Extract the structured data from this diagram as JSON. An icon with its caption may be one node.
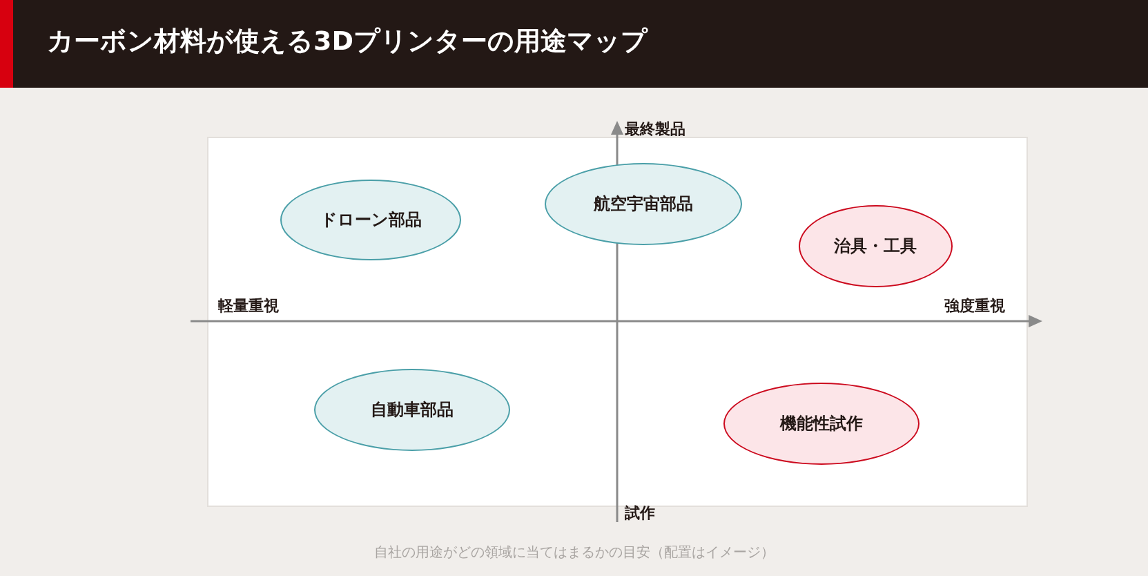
{
  "diagram": {
    "title": "カーボン材料が使える3Dプリンターの用途マップ",
    "caption": "自社の用途がどの領域に当てはまるかの目安（配置はイメージ）",
    "nodes": [
      {
        "text": [
          "ドローン部品"
        ]
      },
      {
        "text": [
          "航空宇宙部品"
        ]
      },
      {
        "text": [
          "治具・工具"
        ]
      },
      {
        "text": [
          "自動車部品"
        ]
      },
      {
        "text": [
          "機能性試作"
        ]
      }
    ],
    "labels": [
      "最終製品",
      "軽量重視",
      "強度重視",
      "試作"
    ]
  }
}
